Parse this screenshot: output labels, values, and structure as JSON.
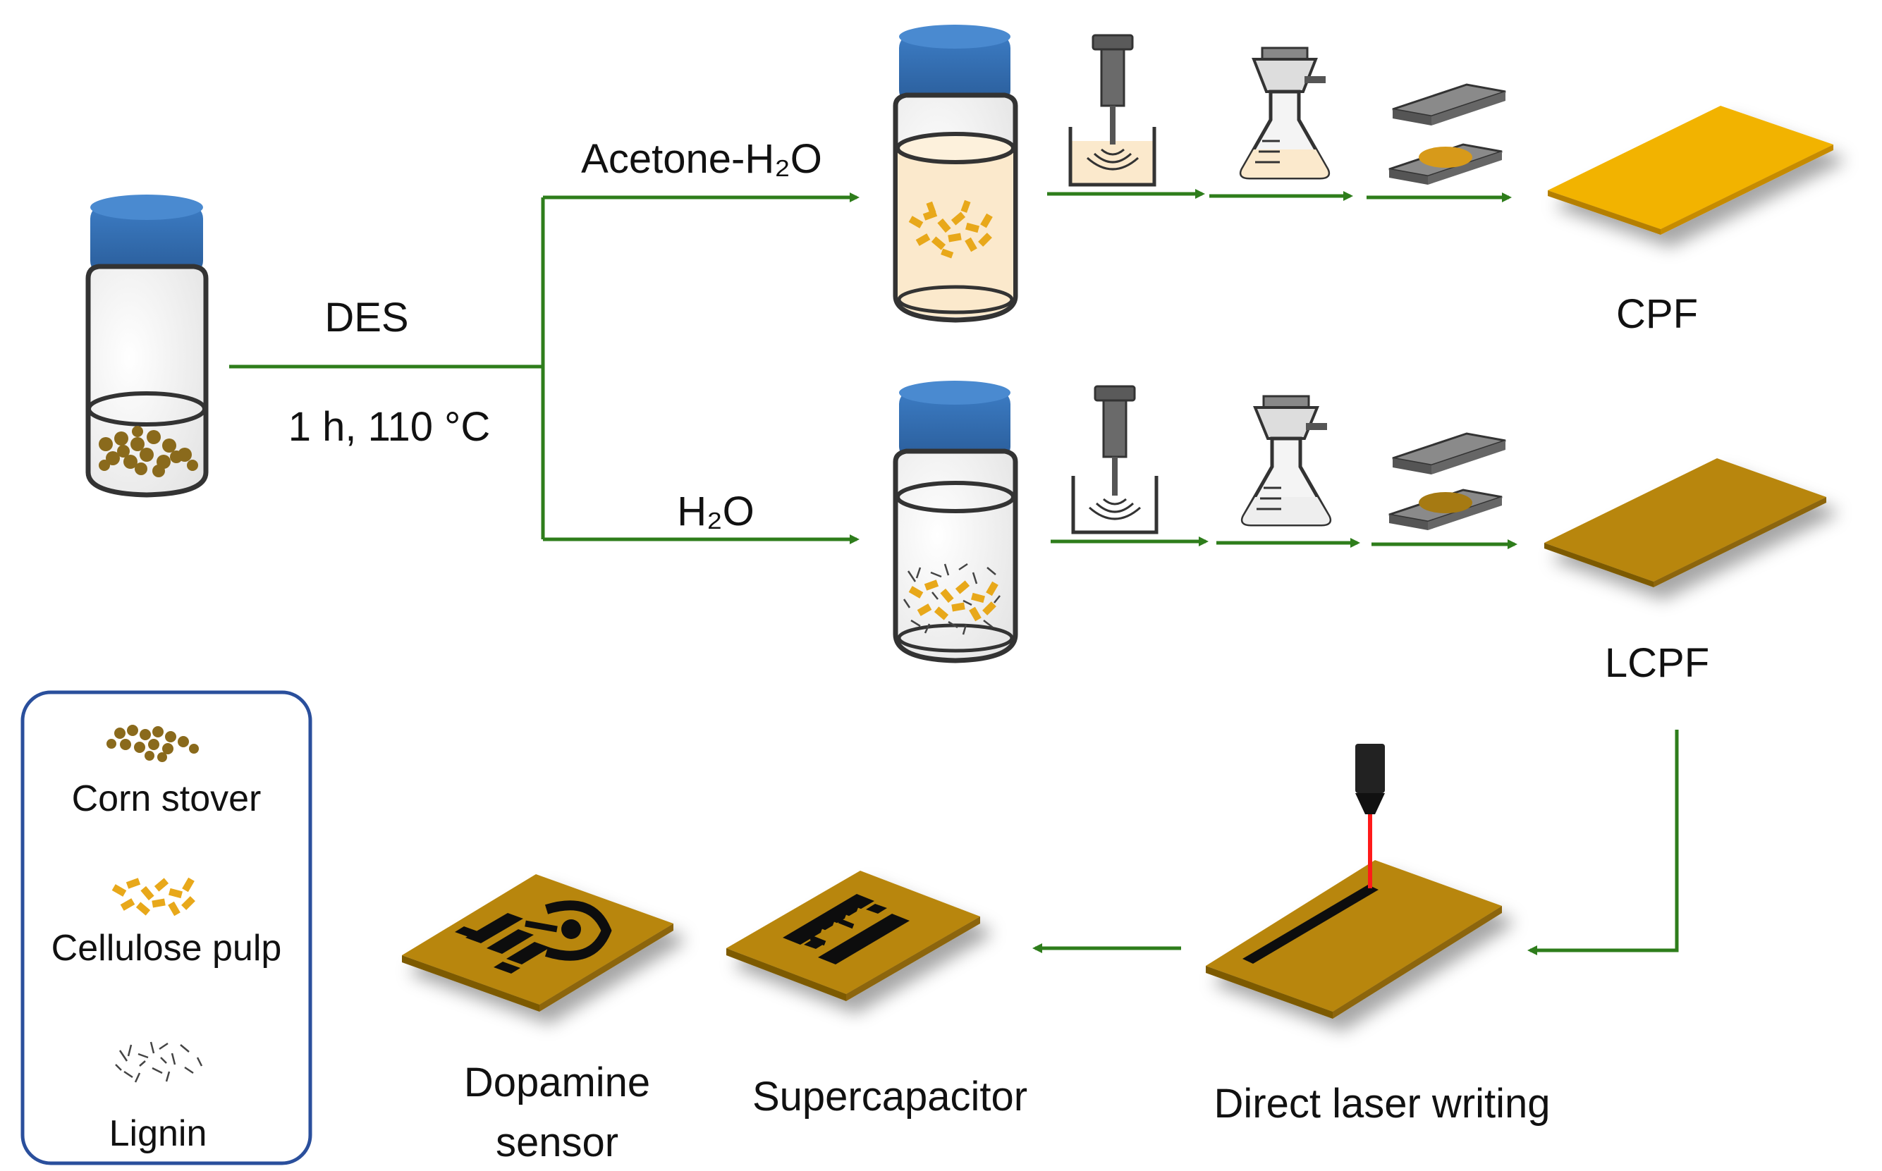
{
  "colors": {
    "arrow": "#2e7d1b",
    "cap": "#2f6db3",
    "cpf": "#f2b300",
    "lcpf": "#b8860b",
    "corn": "#8a6a1c",
    "pulp": "#e8a81a",
    "lignin": "#444444",
    "laser": "#ff1a1a",
    "legend_border": "#2a4f9c"
  },
  "labels": {
    "des": "DES",
    "conditions": "1 h, 110 °C",
    "acetone_h2o": "Acetone-H₂O",
    "h2o": "H₂O",
    "cpf": "CPF",
    "lcpf": "LCPF",
    "dlw": "Direct laser writing",
    "supercapacitor": "Supercapacitor",
    "dopamine_line1": "Dopamine",
    "dopamine_line2": "sensor"
  },
  "legend": {
    "corn": "Corn stover",
    "pulp": "Cellulose pulp",
    "lignin": "Lignin"
  }
}
